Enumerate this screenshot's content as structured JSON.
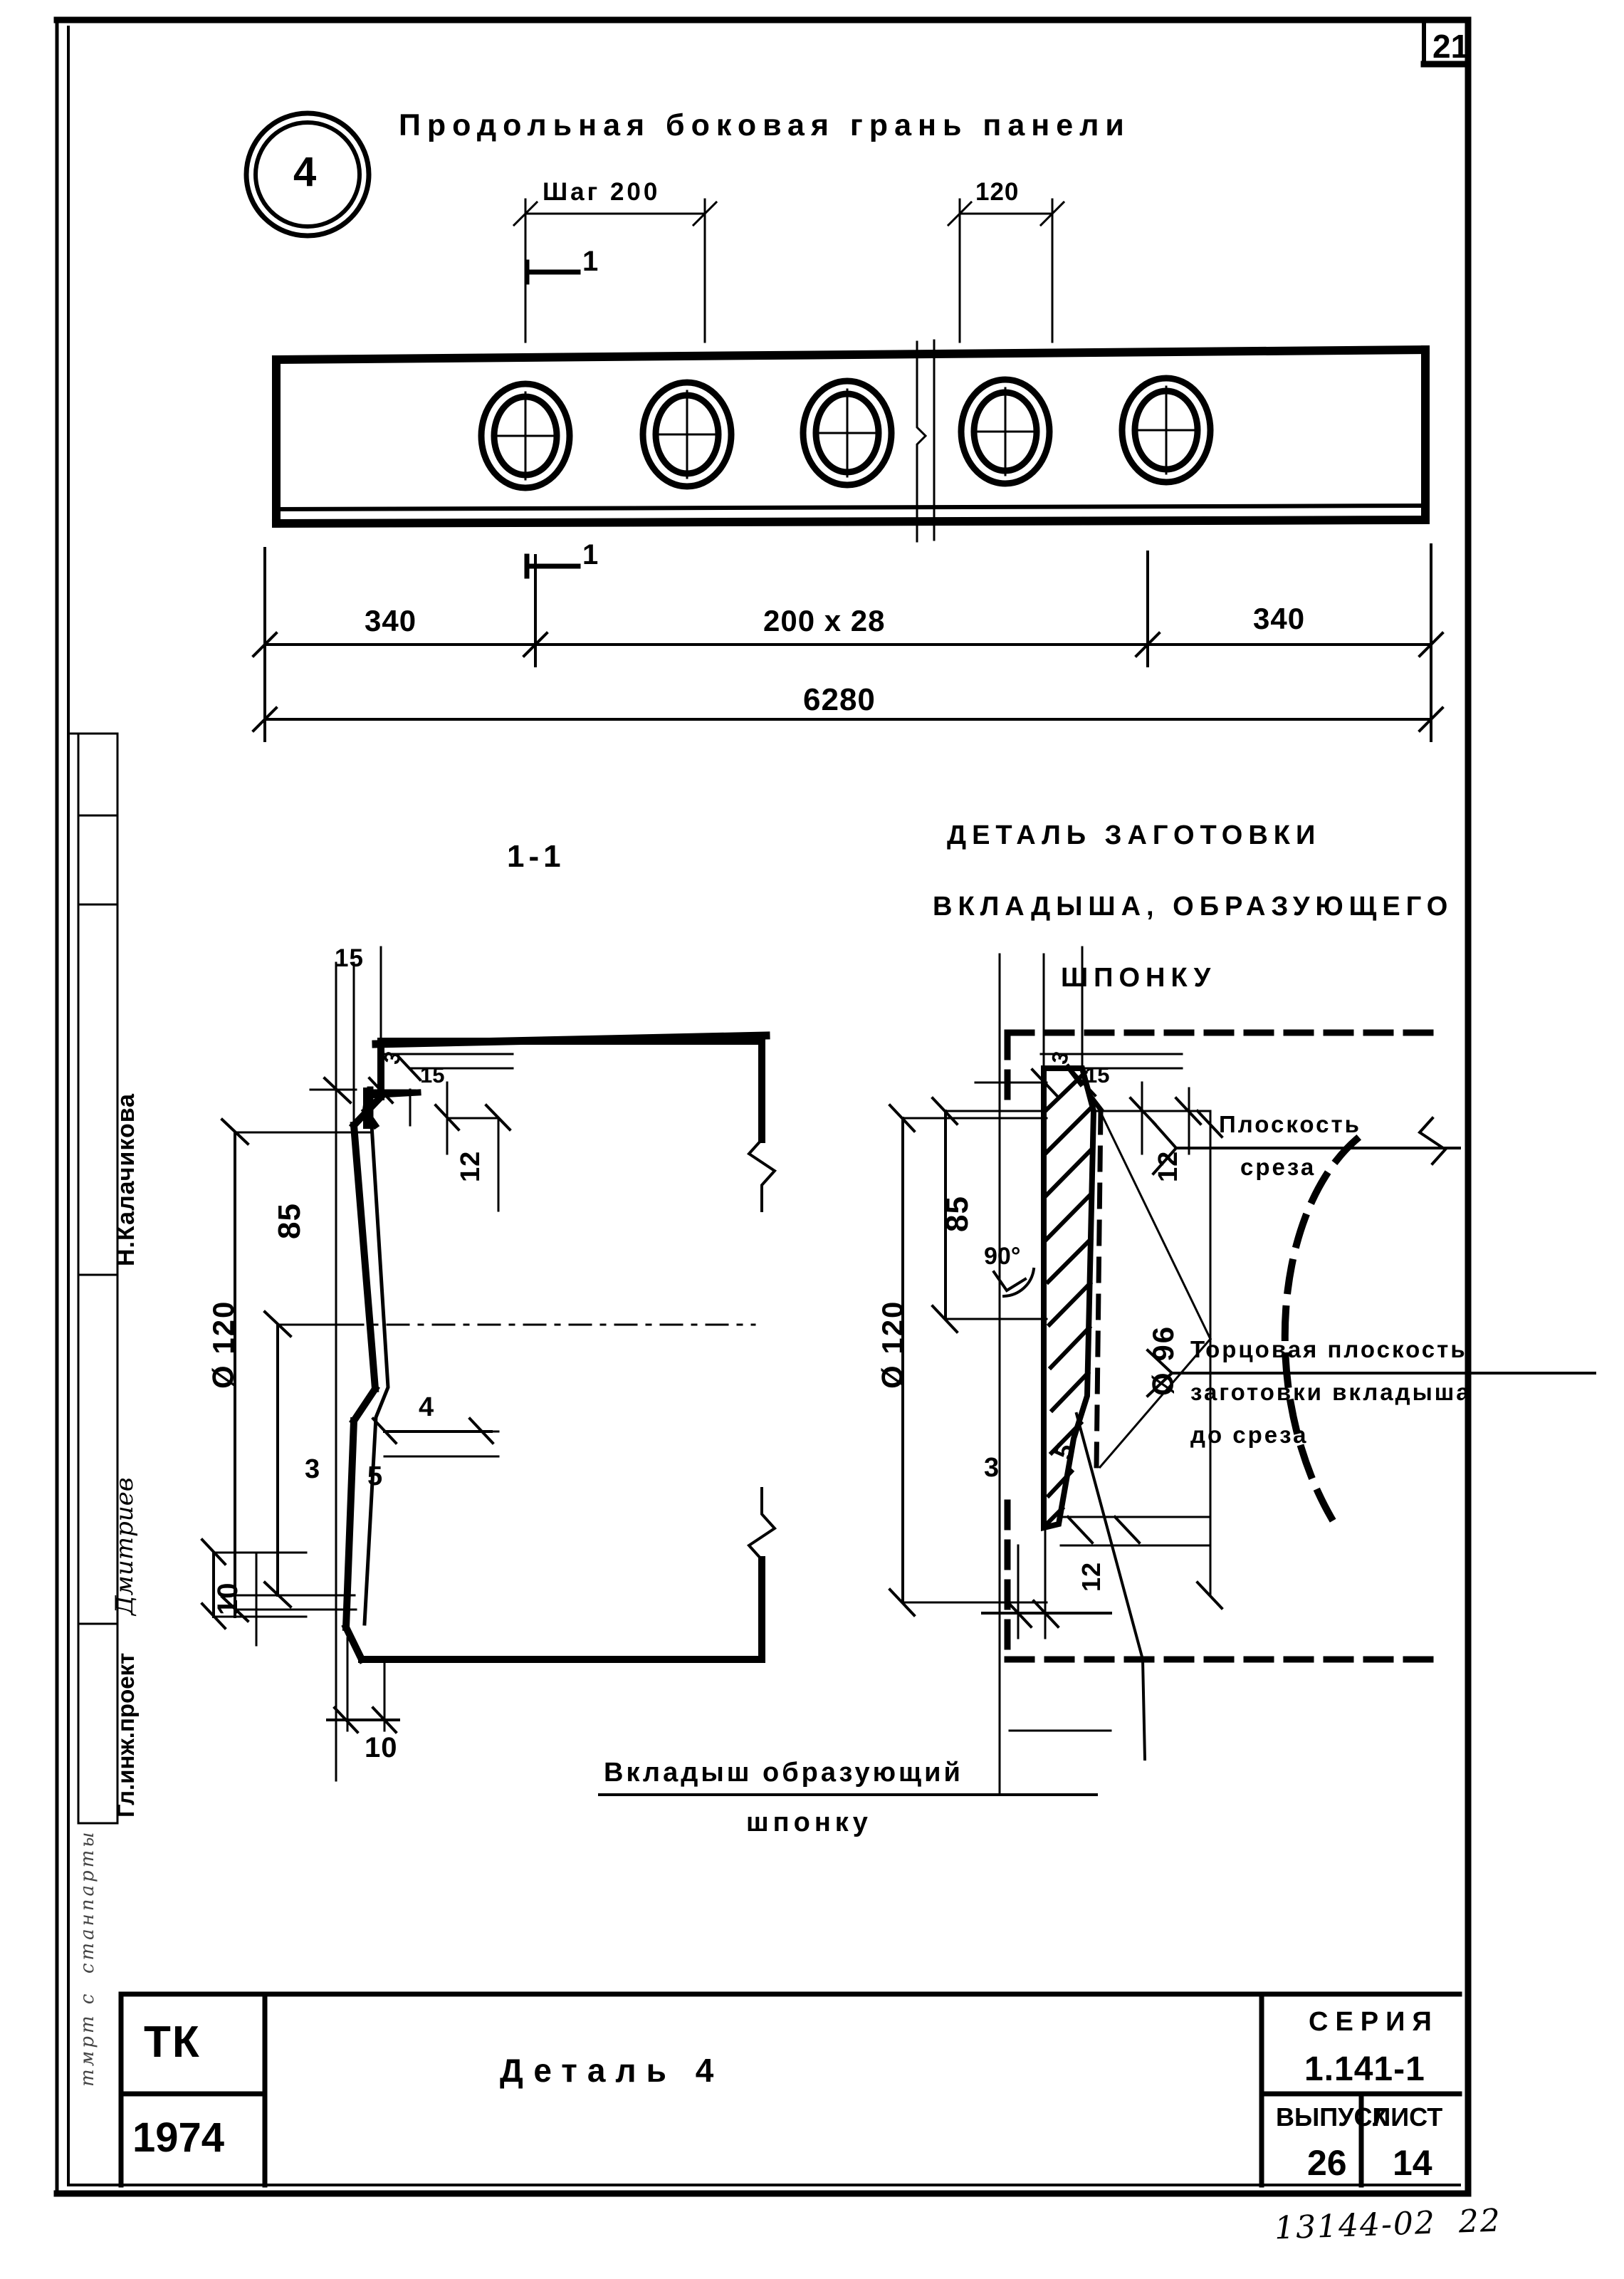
{
  "sheet": {
    "page_number": "21",
    "bottom_handwritten_note": "13144-02  22"
  },
  "top_view": {
    "bubble_number": "4",
    "title": "Продольная боковая грань панели",
    "dimensions": {
      "pitch_label": "Шаг 200",
      "hole_width": "120",
      "left_edge": "340",
      "middle_span": "200 x 28",
      "right_edge": "340",
      "overall_length": "6280"
    },
    "section_marks": [
      "1",
      "1"
    ],
    "hole_count": 5
  },
  "section_view": {
    "label": "1-1",
    "dimensions": {
      "top_width": "15",
      "chamfer_a": "3",
      "chamfer_b": "15",
      "depth_85": "85",
      "diameter_120": "Ø 120",
      "slope_12": "12",
      "bottom_4": "4",
      "bottom_3": "3",
      "bottom_5": "5",
      "height_10": "10",
      "width_10": "10"
    }
  },
  "insert_view": {
    "title_lines": [
      "ДЕТАЛЬ ЗАГОТОВКИ",
      "ВКЛАДЫША, ОБРАЗУЮЩЕГО",
      "ШПОНКУ"
    ],
    "dimensions": {
      "top_3": "3",
      "top_15": "15",
      "depth_85": "85",
      "diameter_120": "Ø 120",
      "diameter_96": "Ø 96",
      "angle_90": "90°",
      "slope_12": "12",
      "bottom_12": "12",
      "bottom_3": "3",
      "bottom_5": "5"
    },
    "callouts": {
      "cut_plane": [
        "Плоскость",
        "среза"
      ],
      "end_plane": [
        "Торцовая плоскость",
        "заготовки вкладыша",
        "до среза"
      ]
    }
  },
  "bottom_callout": {
    "lines": [
      "Вкладыш образующий",
      "шпонку"
    ]
  },
  "left_margin": {
    "role": "Гл.инж.проект",
    "signature": "Дмитриев",
    "engineer": "Н.Калачикова",
    "stamp_faint": "тмрт с  станпарты"
  },
  "title_block": {
    "org": "ТК",
    "year": "1974",
    "drawing_title": "Деталь 4",
    "series_label": "СЕРИЯ",
    "series_value": "1.141-1",
    "issue_label": "ВЫПУСК",
    "issue_value": "26",
    "sheet_label": "ЛИСТ",
    "sheet_value": "14"
  }
}
